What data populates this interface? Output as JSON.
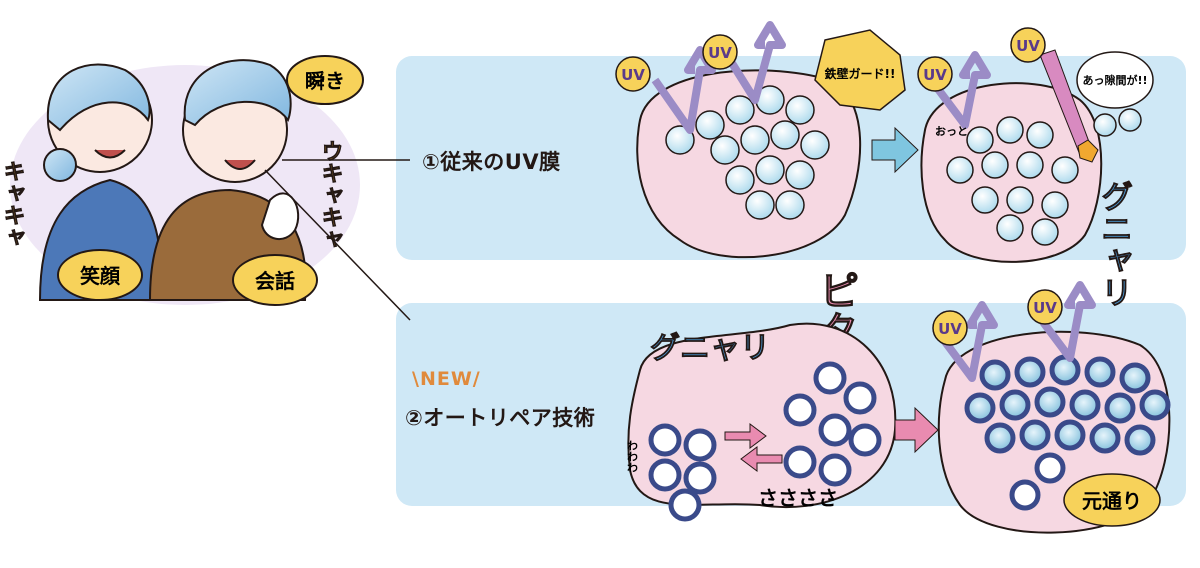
{
  "left_illustration": {
    "sfx_left": "キャキャ",
    "sfx_right": "ウキャキャ",
    "bubble_smile": "笑顔",
    "bubble_talk": "会話",
    "bubble_moment": "瞬き"
  },
  "section1": {
    "label": "①従来のUV膜",
    "uv": "UV",
    "iron_wall": "鉄壁ガード!!",
    "sfx_pita": "ピタ",
    "sfx_otto": "おっと",
    "sfx_gap": "あっ隙間が!!",
    "sfx_gunya": "グニャリ"
  },
  "section2": {
    "new_badge": "NEW",
    "label": "②オートリペア技術",
    "uv": "UV",
    "sfx_gunyari": "グニャリ",
    "sfx_wawawa": "わわわ",
    "sfx_zuzuzu": "ささささ",
    "restore": "元通り"
  },
  "colors": {
    "panel": "#cfe8f6",
    "uv_badge": "#f7d25a",
    "sfx_orange": "#f0a830",
    "sfx_blue": "#4a9ad6",
    "sfx_pink": "#e98bb0",
    "blob_pink": "#f6d8e2",
    "arrow_violet": "#9b8cc6"
  }
}
